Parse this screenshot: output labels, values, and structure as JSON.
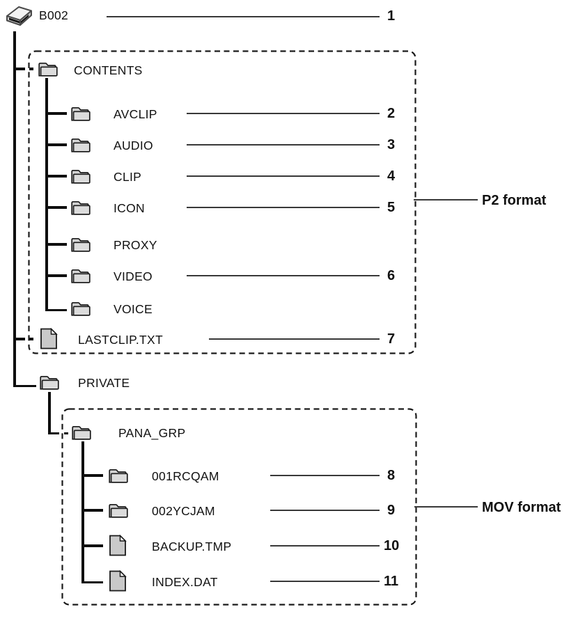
{
  "diagram": {
    "root": {
      "label": "B002",
      "callout": "1"
    },
    "p2": {
      "group_label": "P2 format",
      "contents_label": "CONTENTS",
      "items": [
        {
          "label": "AVCLIP",
          "callout": "2"
        },
        {
          "label": "AUDIO",
          "callout": "3"
        },
        {
          "label": "CLIP",
          "callout": "4"
        },
        {
          "label": "ICON",
          "callout": "5"
        },
        {
          "label": "PROXY"
        },
        {
          "label": "VIDEO",
          "callout": "6"
        },
        {
          "label": "VOICE"
        }
      ],
      "lastclip": {
        "label": "LASTCLIP.TXT",
        "callout": "7"
      }
    },
    "private_label": "PRIVATE",
    "mov": {
      "group_label": "MOV format",
      "pana_label": "PANA_GRP",
      "items": [
        {
          "label": "001RCQAM",
          "callout": "8"
        },
        {
          "label": "002YCJAM",
          "callout": "9"
        },
        {
          "label": "BACKUP.TMP",
          "callout": "10"
        },
        {
          "label": "INDEX.DAT",
          "callout": "11"
        }
      ]
    },
    "colors": {
      "leader_line": "#383838",
      "tree_line": "#0d0d0d",
      "folder_fill": "#d2d2d2",
      "file_fill": "#c9c9c9"
    }
  }
}
